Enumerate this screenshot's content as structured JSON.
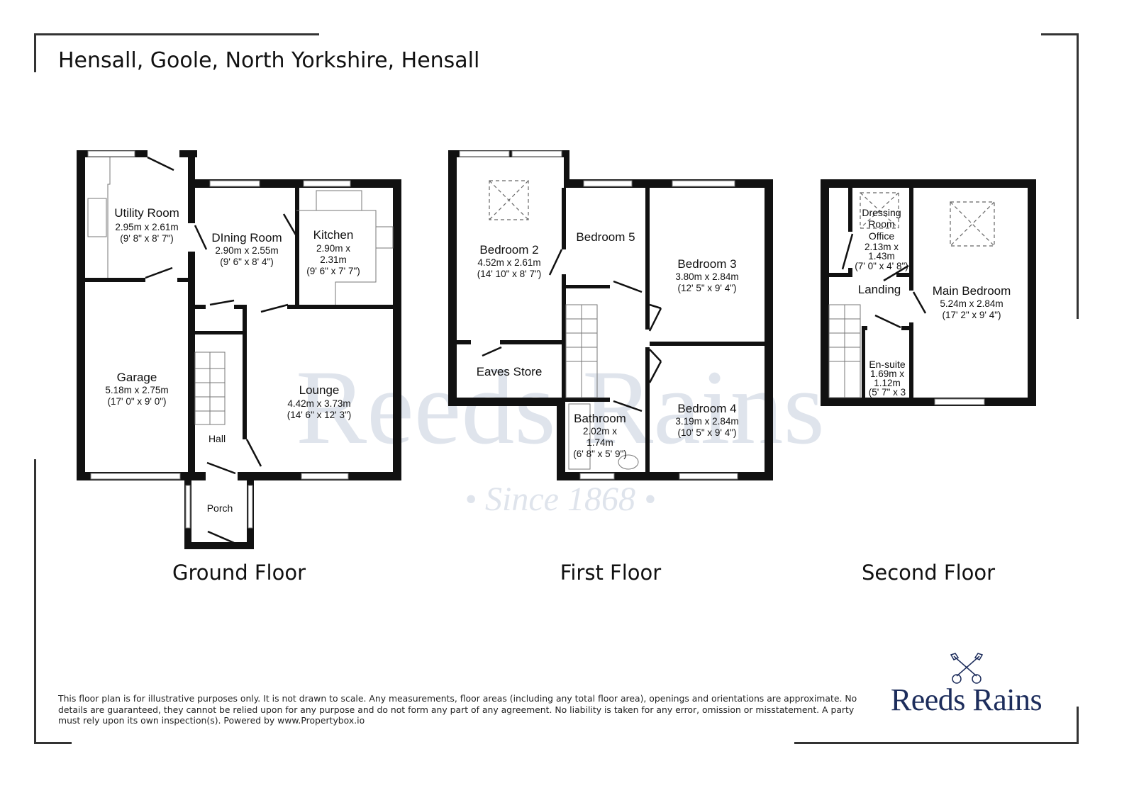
{
  "title": "Hensall, Goole, North Yorkshire, Hensall",
  "floors": {
    "ground": {
      "label": "Ground Floor",
      "rooms": {
        "utility": {
          "name": "Utility Room",
          "metric": "2.95m x 2.61m",
          "imperial": "(9' 8\" x 8' 7\")"
        },
        "dining": {
          "name": "DIning Room",
          "metric": "2.90m x 2.55m",
          "imperial": "(9' 6\" x 8' 4\")"
        },
        "kitchen": {
          "name": "Kitchen",
          "metric1": "2.90m x",
          "metric2": "2.31m",
          "imperial": "(9' 6\" x 7' 7\")"
        },
        "garage": {
          "name": "Garage",
          "metric": "5.18m x 2.75m",
          "imperial": "(17' 0\" x 9' 0\")"
        },
        "lounge": {
          "name": "Lounge",
          "metric": "4.42m x 3.73m",
          "imperial": "(14' 6\" x 12' 3\")"
        },
        "hall": {
          "name": "Hall"
        },
        "porch": {
          "name": "Porch"
        }
      }
    },
    "first": {
      "label": "First Floor",
      "rooms": {
        "bedroom2": {
          "name": "Bedroom 2",
          "metric": "4.52m x 2.61m",
          "imperial": "(14' 10\" x 8' 7\")"
        },
        "bedroom5": {
          "name": "Bedroom 5"
        },
        "bedroom3": {
          "name": "Bedroom 3",
          "metric": "3.80m x 2.84m",
          "imperial": "(12' 5\" x 9' 4\")"
        },
        "eaves": {
          "name": "Eaves Store"
        },
        "bathroom": {
          "name": "Bathroom",
          "metric1": "2.02m x",
          "metric2": "1.74m",
          "imperial": "(6' 8\" x 5' 9\")"
        },
        "bedroom4": {
          "name": "Bedroom 4",
          "metric": "3.19m x 2.84m",
          "imperial": "(10' 5\" x 9' 4\")"
        }
      }
    },
    "second": {
      "label": "Second Floor",
      "rooms": {
        "dressing": {
          "name1": "Dressing",
          "name2": "Room",
          "name3": "Office",
          "metric1": "2.13m x",
          "metric2": "1.43m",
          "imperial": "(7' 0\" x 4' 8\")"
        },
        "landing": {
          "name": "Landing"
        },
        "main": {
          "name": "Main Bedroom",
          "metric": "5.24m x 2.84m",
          "imperial": "(17' 2\" x 9' 4\")"
        },
        "ensuite": {
          "name": "En-suite",
          "metric1": "1.69m x",
          "metric2": "1.12m",
          "imperial": "(5' 7\" x 3"
        }
      }
    }
  },
  "watermark": {
    "brand": "Reeds Rains",
    "since": "• Since 1868 •"
  },
  "disclaimer": "This floor plan is for illustrative purposes only. It is not drawn to scale. Any measurements, floor areas (including any total floor area), openings and orientations are approximate. No details are guaranteed, they cannot be relied upon for any purpose and do not form any part of any agreement. No liability is taken for any error, omission or misstatement. A party must rely upon its own inspection(s). Powered by www.Propertybox.io",
  "logo": {
    "text": "Reeds Rains",
    "icon": "crossed-keys-icon"
  },
  "colors": {
    "wall": "#111111",
    "brand": "#1d2d5c",
    "watermark": "#dfe4ec"
  }
}
